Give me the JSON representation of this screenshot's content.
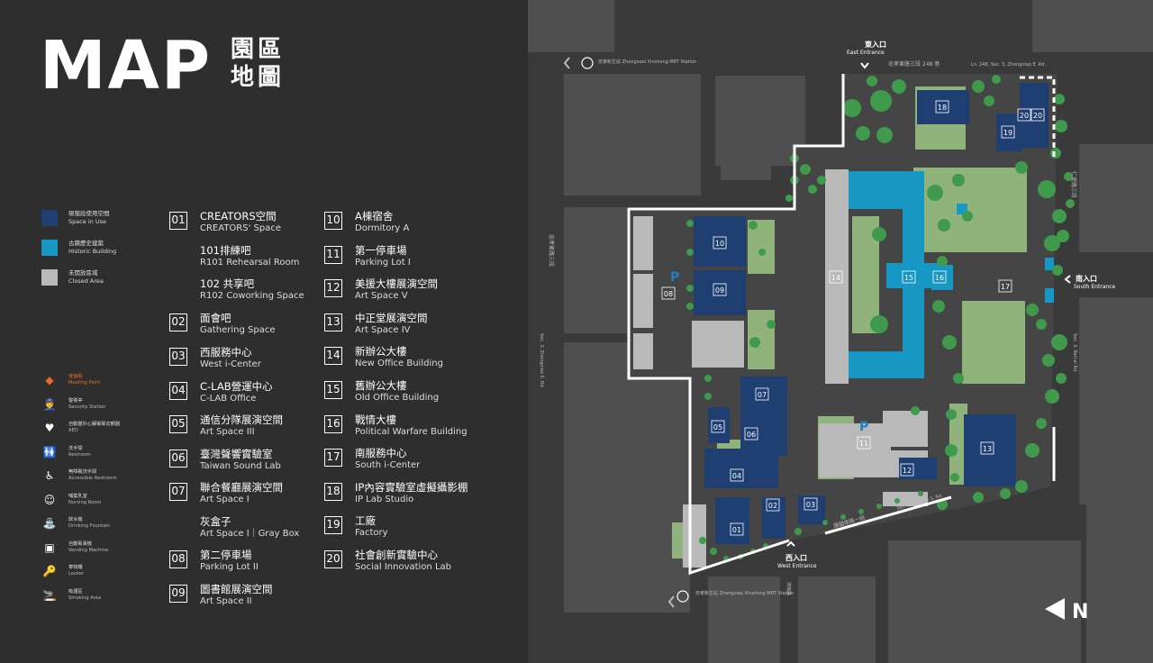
{
  "title": {
    "main": "MAP",
    "zh": "園區 地圖"
  },
  "legend": {
    "areas": [
      {
        "zh": "現階段使用空間",
        "en": "Space in Use",
        "color": "#1f3f73"
      },
      {
        "zh": "古蹟歷史建築",
        "en": "Historic Building",
        "color": "#1797c4"
      },
      {
        "zh": "未開放區域",
        "en": "Closed Area",
        "color": "#b9b9b9"
      }
    ],
    "facilities": [
      {
        "zh": "會面點",
        "en": "Meeting Point",
        "icon": "meeting-point-icon",
        "glyph": "◆",
        "color": "#e86a2e"
      },
      {
        "zh": "警衛亭",
        "en": "Security Station",
        "icon": "security-icon",
        "glyph": "👮",
        "color": "#ffffff"
      },
      {
        "zh": "自動體外心臟電擊去顫器",
        "en": "AED",
        "icon": "aed-icon",
        "glyph": "♥",
        "color": "#ffffff"
      },
      {
        "zh": "洗手間",
        "en": "Restroom",
        "icon": "restroom-icon",
        "glyph": "🚻",
        "color": "#ffffff"
      },
      {
        "zh": "無障礙洗手間",
        "en": "Accessible Restroom",
        "icon": "accessible-icon",
        "glyph": "♿",
        "color": "#ffffff"
      },
      {
        "zh": "哺集乳室",
        "en": "Nursing Room",
        "icon": "nursing-icon",
        "glyph": "☺",
        "color": "#ffffff"
      },
      {
        "zh": "飲水機",
        "en": "Drinking Fountain",
        "icon": "fountain-icon",
        "glyph": "⛲",
        "color": "#ffffff"
      },
      {
        "zh": "自動販賣機",
        "en": "Vending Machine",
        "icon": "vending-icon",
        "glyph": "▣",
        "color": "#ffffff"
      },
      {
        "zh": "寄物櫃",
        "en": "Locker",
        "icon": "locker-icon",
        "glyph": "🔑",
        "color": "#ffffff"
      },
      {
        "zh": "吸煙區",
        "en": "Smoking Area",
        "icon": "smoking-icon",
        "glyph": "🚬",
        "color": "#ffffff"
      }
    ]
  },
  "index_col1": [
    {
      "num": "01",
      "entries": [
        {
          "zh": "CREATORS空間",
          "en": "CREATORS' Space"
        },
        {
          "zh": "101排練吧",
          "en": "R101 Rehearsal Room"
        },
        {
          "zh": "102 共享吧",
          "en": "R102 Coworking Space"
        }
      ]
    },
    {
      "num": "02",
      "entries": [
        {
          "zh": "面會吧",
          "en": "Gathering Space"
        }
      ]
    },
    {
      "num": "03",
      "entries": [
        {
          "zh": "西服務中心",
          "en": "West i-Center"
        }
      ]
    },
    {
      "num": "04",
      "entries": [
        {
          "zh": "C-LAB營運中心",
          "en": "C-LAB Office"
        }
      ]
    },
    {
      "num": "05",
      "entries": [
        {
          "zh": "通信分隊展演空間",
          "en": "Art Space III"
        }
      ]
    },
    {
      "num": "06",
      "entries": [
        {
          "zh": "臺灣聲響實驗室",
          "en": "Taiwan Sound Lab"
        }
      ]
    },
    {
      "num": "07",
      "entries": [
        {
          "zh": "聯合餐廳展演空間",
          "en": "Art Space I"
        },
        {
          "zh": "灰盒子",
          "en": "Art Space I｜Gray Box"
        }
      ]
    },
    {
      "num": "08",
      "entries": [
        {
          "zh": "第二停車場",
          "en": "Parking Lot II"
        }
      ]
    },
    {
      "num": "09",
      "entries": [
        {
          "zh": "圖書館展演空間",
          "en": "Art Space II"
        }
      ]
    }
  ],
  "index_col2": [
    {
      "num": "10",
      "zh": "A棟宿舍",
      "en": "Dormitory A"
    },
    {
      "num": "11",
      "zh": "第一停車場",
      "en": "Parking Lot I"
    },
    {
      "num": "12",
      "zh": "美援大樓展演空間",
      "en": "Art Space V"
    },
    {
      "num": "13",
      "zh": "中正堂展演空間",
      "en": "Art Space IV"
    },
    {
      "num": "14",
      "zh": "新辦公大樓",
      "en": "New Office Building"
    },
    {
      "num": "15",
      "zh": "舊辦公大樓",
      "en": "Old Office Building"
    },
    {
      "num": "16",
      "zh": "戰情大樓",
      "en": "Political Warfare Building"
    },
    {
      "num": "17",
      "zh": "南服務中心",
      "en": "South i-Center"
    },
    {
      "num": "18",
      "zh": "IP內容實驗室虛擬攝影棚",
      "en": "IP Lab Studio"
    },
    {
      "num": "19",
      "zh": "工廠",
      "en": "Factory"
    },
    {
      "num": "20",
      "zh": "社會創新實驗中心",
      "en": "Social Innovation Lab"
    }
  ],
  "map": {
    "entrances": {
      "east": {
        "zh": "東入口",
        "en": "East Entrance"
      },
      "south": {
        "zh": "南入口",
        "en": "South Entrance"
      },
      "west": {
        "zh": "西入口",
        "en": "West Entrance"
      }
    },
    "roads": {
      "top": "忠孝東路三段 248 巷",
      "top_en": "Ln. 248, Sec. 3, Zhongxiao E. Rd.",
      "left_zh": "忠孝東路三段",
      "left_en": "Sec. 3, Zhongxiao E. Rd.",
      "right_zh": "仁愛路三段",
      "right_en": "Sec. 3, Ren'ai Rd.",
      "bottom_zh": "建國南路一段",
      "bottom_en": "Sec. 1, Jianguo S. Rd.",
      "bottom2_zh": "濟南路",
      "bottom2_en": "Jinan Rd."
    },
    "stations": {
      "top": "忠孝新生站 Zhongxiao Xinsheng MRT Station",
      "bottom": "忠孝新生站 Zhongxiao Xinsheng MRT Station"
    },
    "north_label": "N",
    "parking_label": "P",
    "building_labels": [
      "01",
      "02",
      "03",
      "04",
      "05",
      "06",
      "07",
      "08",
      "09",
      "10",
      "11",
      "12",
      "13",
      "14",
      "15",
      "16",
      "17",
      "18",
      "19",
      "20"
    ]
  },
  "colors": {
    "in_use": "#1f3f73",
    "historic": "#1797c4",
    "closed": "#b9b9b9",
    "green": "#8fb37a",
    "tree": "#3f9b4b",
    "road": "#3a3a3a",
    "block": "#4d4d4d",
    "accent": "#e86a2e"
  }
}
